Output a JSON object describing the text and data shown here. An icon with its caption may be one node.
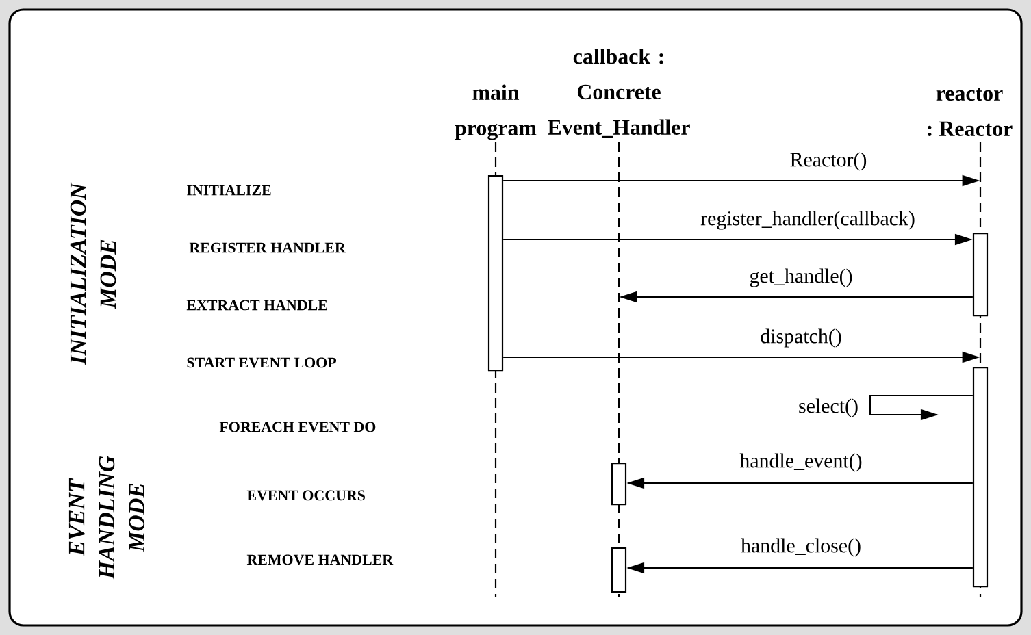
{
  "diagram": {
    "nodes": [
      {
        "text": [
          "main program"
        ]
      },
      {
        "text": [
          "callback : Concrete Event_Handler"
        ]
      },
      {
        "text": [
          "reactor : Reactor"
        ]
      },
      {
        "text": [],
        "shape": "line"
      },
      {
        "text": [],
        "shape": "line"
      },
      {
        "text": [],
        "shape": "line"
      },
      {
        "text": [],
        "shape": "bar"
      },
      {
        "text": [],
        "shape": "bar"
      },
      {
        "text": [],
        "shape": "bar"
      },
      {
        "text": [],
        "shape": "bar"
      },
      {
        "text": [],
        "shape": "bar"
      }
    ],
    "edges": [
      {
        "from": 6,
        "to": 5,
        "arrow": "to",
        "label": "Reactor()"
      },
      {
        "from": 6,
        "to": 7,
        "arrow": "to",
        "label": "register_handler(callback)"
      },
      {
        "from": 7,
        "to": 4,
        "arrow": "to",
        "label": "get_handle()"
      },
      {
        "from": 6,
        "to": 5,
        "arrow": "to",
        "label": "dispatch()"
      },
      {
        "from": 8,
        "to": null,
        "arrow": "to",
        "label": "select()"
      },
      {
        "from": 8,
        "to": 9,
        "arrow": "to",
        "label": "handle_event()"
      },
      {
        "from": 8,
        "to": 10,
        "arrow": "to",
        "label": "handle_close()"
      }
    ],
    "labels": [
      "INITIALIZATION MODE",
      "INITIALIZE",
      "REGISTER HANDLER",
      "EXTRACT HANDLE",
      "START EVENT LOOP",
      "EVENT HANDLING MODE",
      "FOREACH EVENT DO",
      "EVENT OCCURS",
      "REMOVE HANDLER"
    ]
  }
}
